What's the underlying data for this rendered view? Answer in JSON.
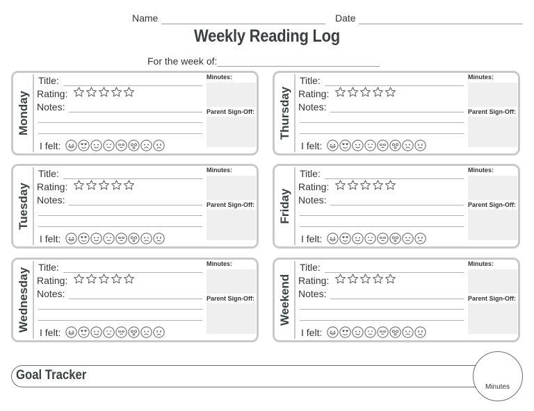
{
  "header": {
    "name_label": "Name",
    "date_label": "Date",
    "title": "Weekly Reading Log",
    "week_label": "For the week of:"
  },
  "fields": {
    "title_label": "Title:",
    "rating_label": "Rating:",
    "notes_label": "Notes:",
    "felt_label": "I felt:",
    "minutes_label": "Minutes:",
    "parent_label": "Parent Sign-Off:"
  },
  "days": [
    "Monday",
    "Tuesday",
    "Wednesday",
    "Thursday",
    "Friday",
    "Weekend"
  ],
  "rating_stars": 5,
  "feelings_icons": [
    "grinning-face-icon",
    "heart-eyes-face-icon",
    "smiling-face-icon",
    "neutral-face-icon",
    "sleepy-face-icon",
    "dizzy-face-icon",
    "sad-face-icon",
    "frowning-face-icon"
  ],
  "goal": {
    "title": "Goal Tracker",
    "minutes_label": "Minutes"
  }
}
